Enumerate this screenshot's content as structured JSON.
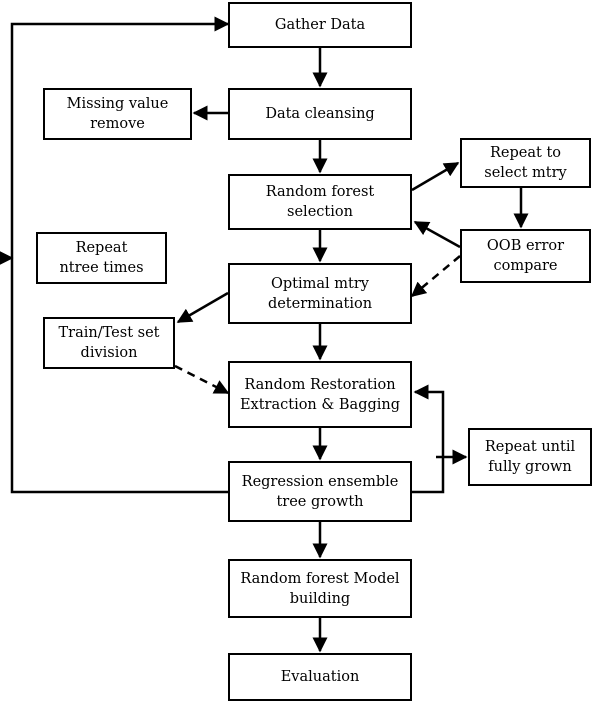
{
  "nodes": {
    "gather": "Gather Data",
    "cleansing": "Data cleansing",
    "missing": "Missing value\nremove",
    "rf_selection": "Random forest\nselection",
    "repeat_mtry": "Repeat to\nselect mtry",
    "oob": "OOB error\ncompare",
    "repeat_ntree": "Repeat\nntree times",
    "optimal_mtry": "Optimal mtry\ndetermination",
    "train_test": "Train/Test set\ndivision",
    "restoration": "Random Restoration\nExtraction & Bagging",
    "repeat_grown": "Repeat until\nfully grown",
    "regression": "Regression ensemble\ntree growth",
    "model": "Random forest Model\nbuilding",
    "evaluation": "Evaluation"
  },
  "colors": {
    "stroke": "#000000",
    "fill": "#ffffff"
  }
}
